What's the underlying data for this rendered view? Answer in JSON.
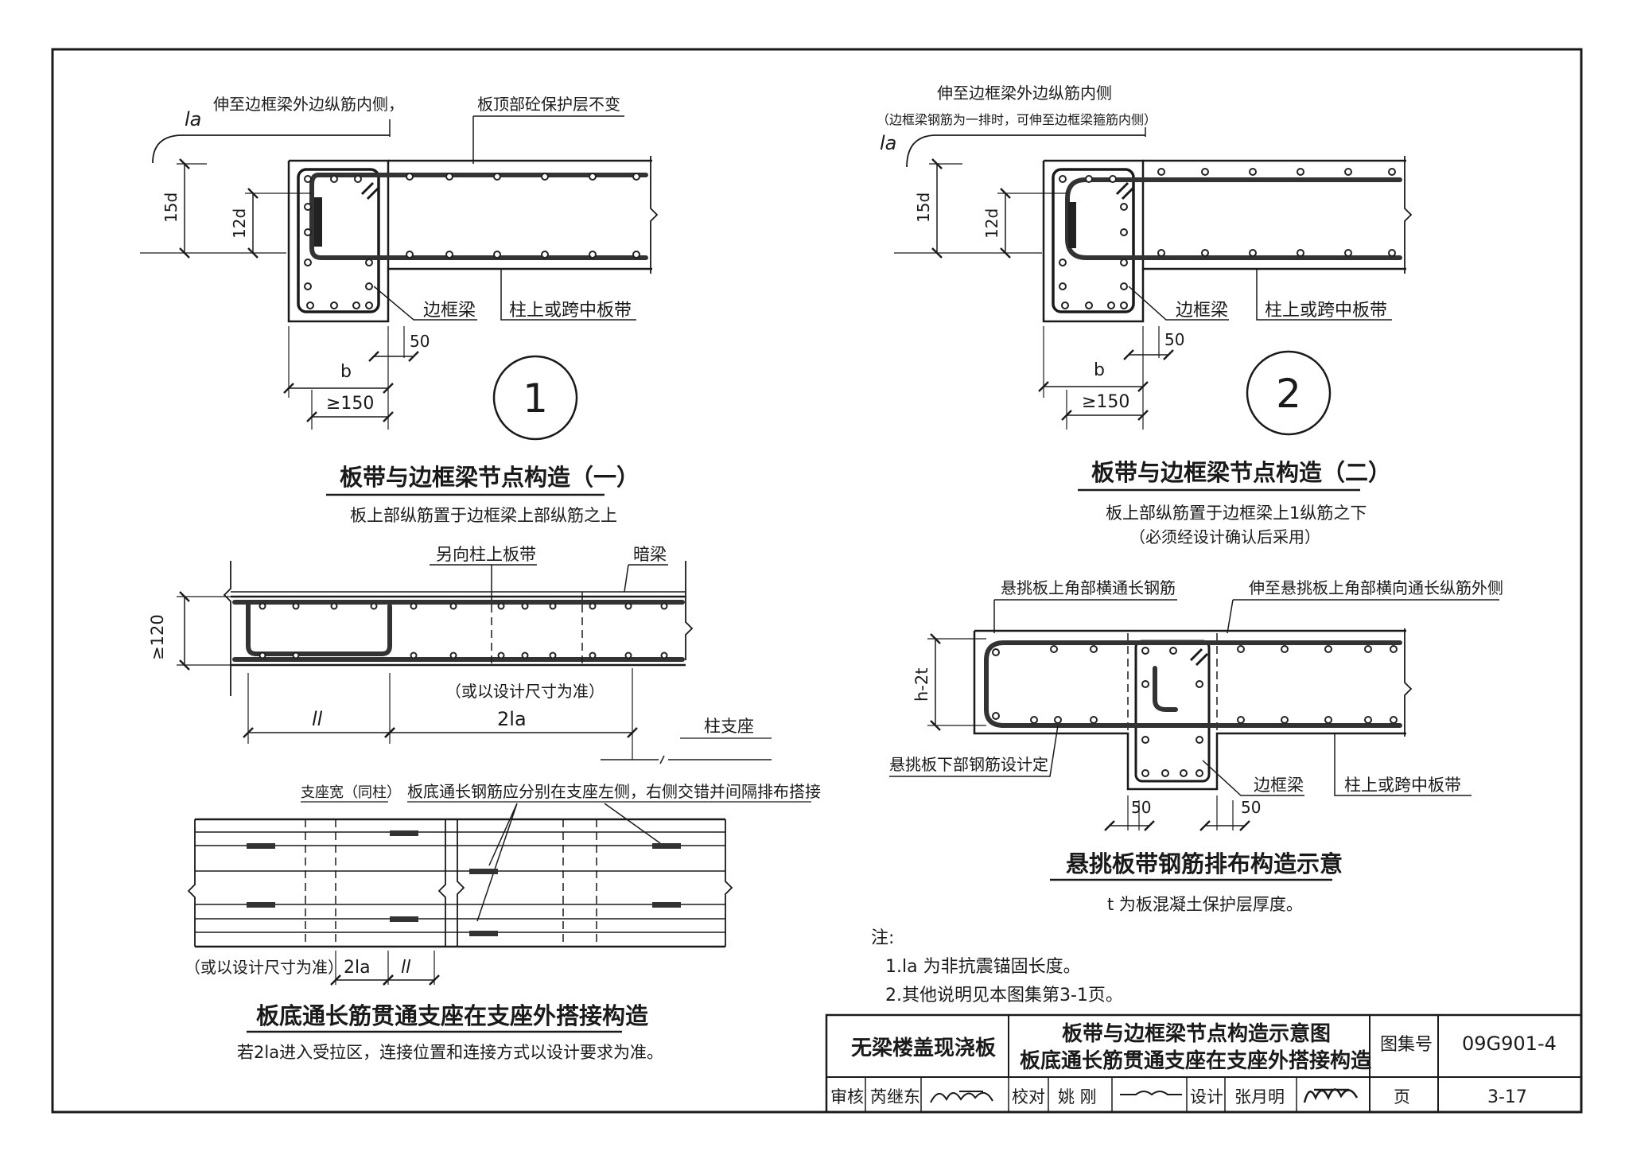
{
  "d1": {
    "label_la": "la",
    "label_extend": "伸至边框梁外边纵筋内侧，",
    "label_cover": "板顶部砼保护层不变",
    "dim_15d": "15d",
    "dim_12d": "12d",
    "label_beam": "边框梁",
    "label_strip": "柱上或跨中板带",
    "dim_50": "50",
    "dim_b": "b",
    "dim_150": "≥150",
    "circle": "1",
    "title": "板带与边框梁节点构造（一）",
    "subtitle": "板上部纵筋置于边框梁上部纵筋之上"
  },
  "d2": {
    "label_la": "la",
    "label_extend": "伸至边框梁外边纵筋内侧",
    "label_extend_note": "（边框梁钢筋为一排时，可伸至边框梁箍筋内侧）",
    "dim_15d": "15d",
    "dim_12d": "12d",
    "label_beam": "边框梁",
    "label_strip": "柱上或跨中板带",
    "dim_50": "50",
    "dim_b": "b",
    "dim_150": "≥150",
    "circle": "2",
    "title": "板带与边框梁节点构造（二）",
    "subtitle": "板上部纵筋置于边框梁上1纵筋之下",
    "subtitle2": "（必须经设计确认后采用）"
  },
  "d3": {
    "label_strip": "另向柱上板带",
    "label_hidden_beam": "暗梁",
    "dim_120": "≥120",
    "note": "（或以设计尺寸为准）",
    "dim_ll": "ll",
    "dim_2la": "2la",
    "label_support": "柱支座"
  },
  "d4": {
    "label_width": "支座宽（同柱）",
    "label_note": "板底通长钢筋应分别在支座左侧，右侧交错并间隔排布搭接",
    "note": "（或以设计尺寸为准）",
    "dim_2la": "2la",
    "dim_ll": "ll",
    "title": "板底通长筋贯通支座在支座外搭接构造",
    "subtitle": "若2la进入受拉区，连接位置和连接方式以设计要求为准。"
  },
  "d5": {
    "label_top_bar": "悬挑板上角部横通长钢筋",
    "label_extend": "伸至悬挑板上角部横向通长纵筋外侧",
    "dim_h": "h-2t",
    "label_bottom": "悬挑板下部钢筋设计定",
    "label_beam": "边框梁",
    "label_strip": "柱上或跨中板带",
    "dim_50a": "50",
    "dim_50b": "50",
    "title": "悬挑板带钢筋排布构造示意",
    "subtitle": "t 为板混凝土保护层厚度。"
  },
  "notes": {
    "head": "注:",
    "items": [
      "1.la 为非抗震锚固长度。",
      "2.其他说明见本图集第3-1页。"
    ]
  },
  "title_block": {
    "category": "无梁楼盖现浇板",
    "title_line1": "板带与边框梁节点构造示意图",
    "title_line2": "板底通长筋贯通支座在支座外搭接构造",
    "atlas_label": "图集号",
    "atlas_no": "09G901-4",
    "review_label": "审核",
    "reviewer": "芮继东",
    "check_label": "校对",
    "checker": "姚 刚",
    "design_label": "设计",
    "designer": "张月明",
    "page_label": "页",
    "page_no": "3-17"
  }
}
